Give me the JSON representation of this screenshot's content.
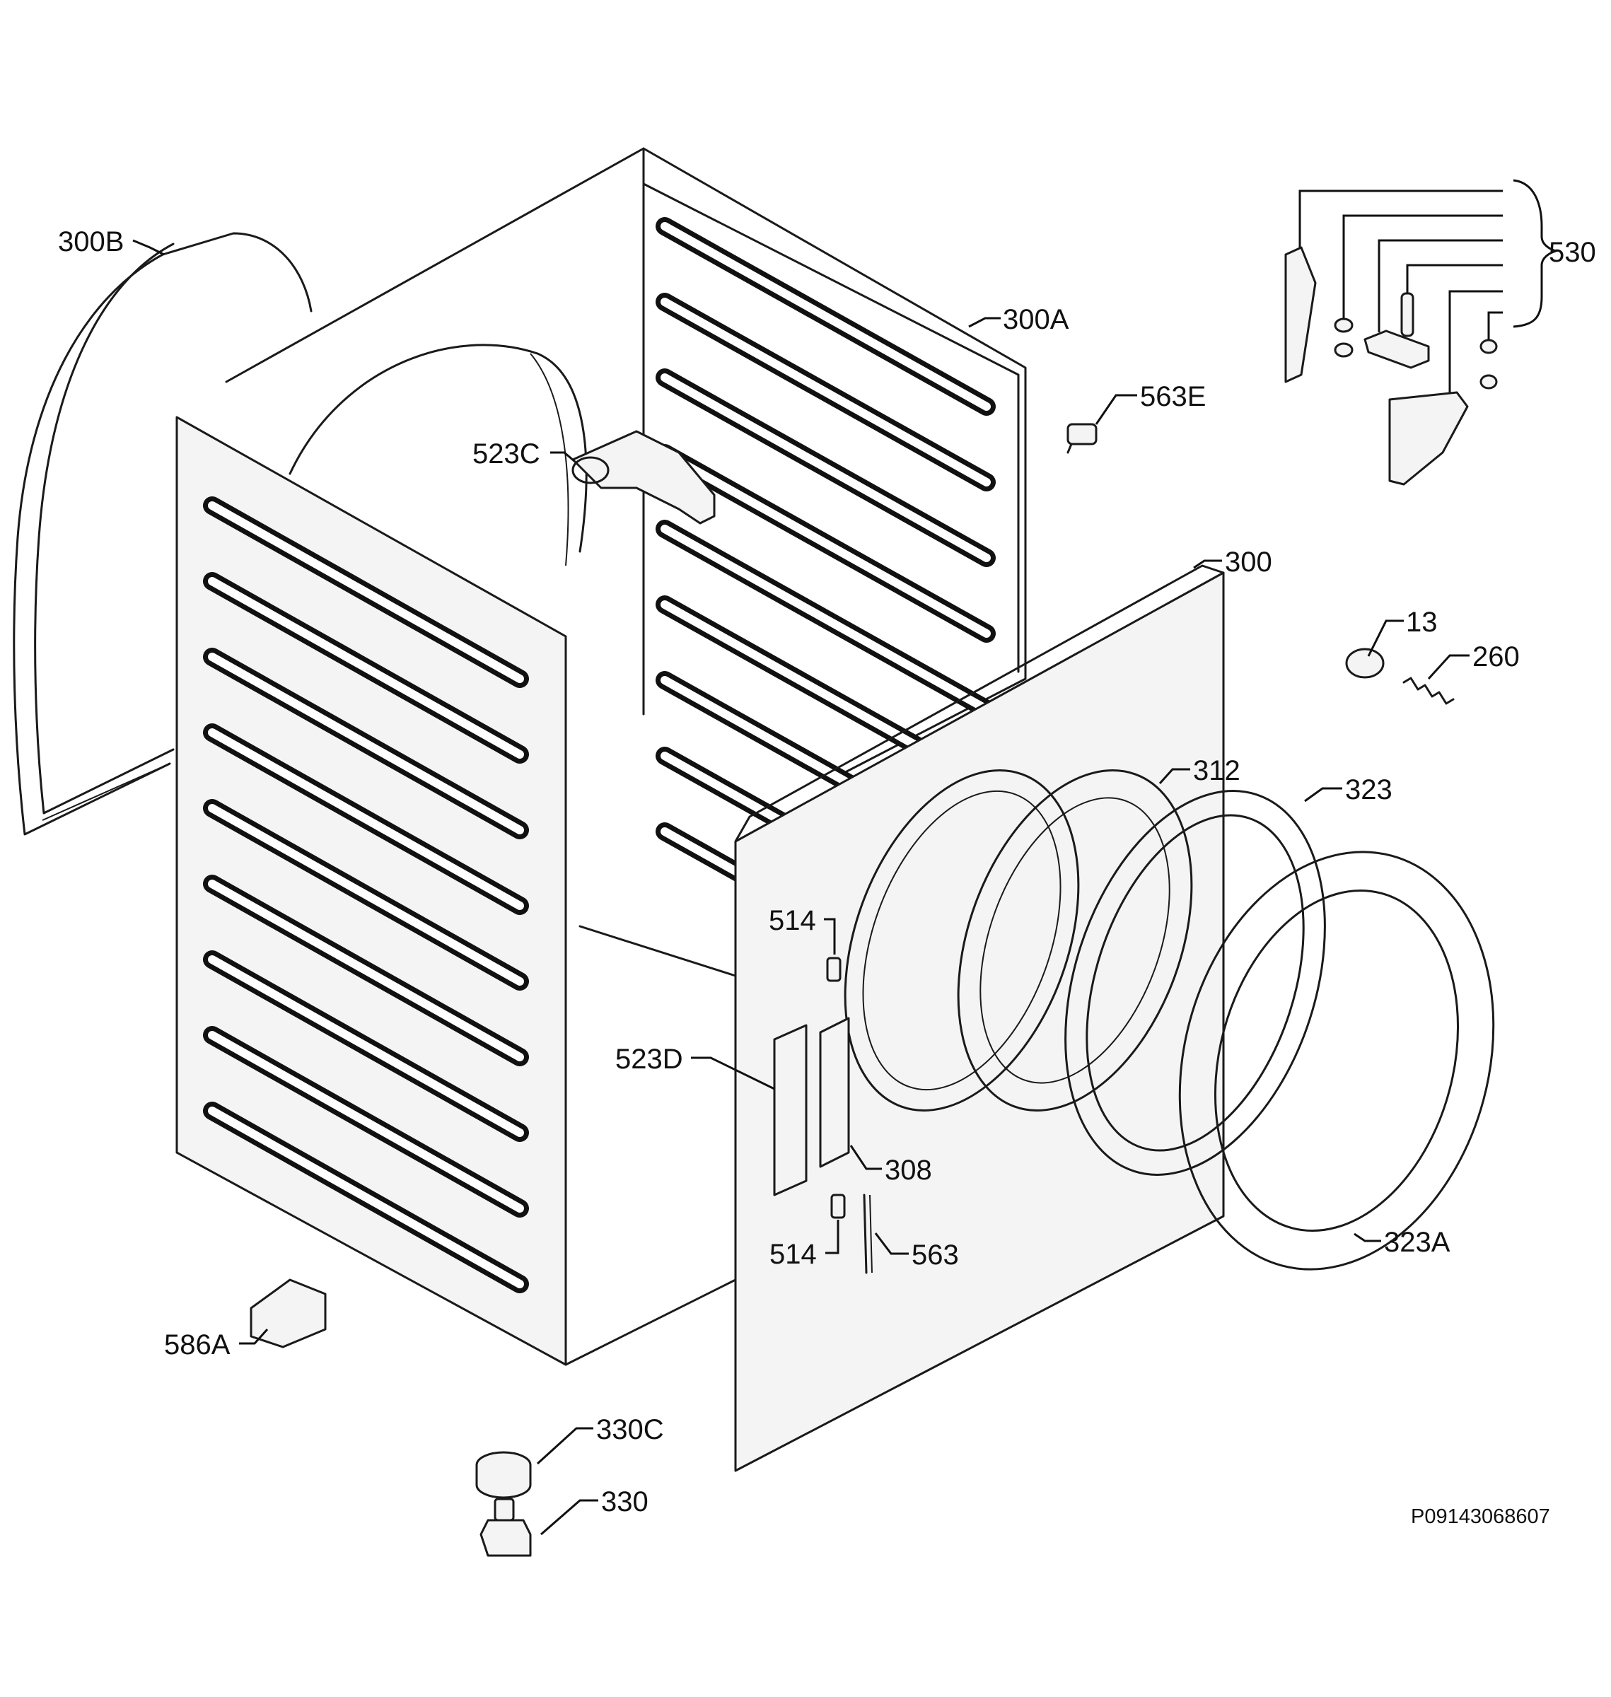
{
  "callouts": {
    "c300B": "300B",
    "c300A": "300A",
    "c563E": "563E",
    "c523C": "523C",
    "c530": "530",
    "c300": "300",
    "c13": "13",
    "c260": "260",
    "c312": "312",
    "c323": "323",
    "c514a": "514",
    "c523D": "523D",
    "c308": "308",
    "c514b": "514",
    "c563": "563",
    "c323A": "323A",
    "c586A": "586A",
    "c330C": "330C",
    "c330": "330"
  },
  "diagram_code": "P09143068607"
}
